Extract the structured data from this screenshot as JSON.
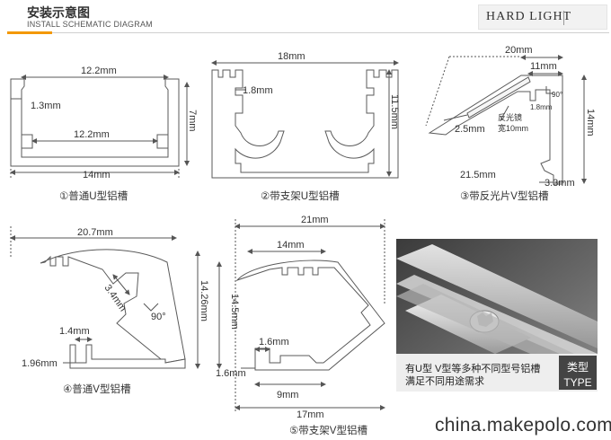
{
  "header": {
    "title": "安装示意图",
    "subtitle": "INSTALL SCHEMATIC DIAGRAM",
    "brand": "HARD LIGHT"
  },
  "diagrams": [
    {
      "caption": "①普通U型铝槽",
      "dimensions": [
        "12.2mm",
        "1.3mm",
        "7mm",
        "12.2mm",
        "14mm"
      ]
    },
    {
      "caption": "②带支架U型铝槽",
      "dimensions": [
        "18mm",
        "1.8mm",
        "11.5mm"
      ]
    },
    {
      "caption": "③带反光片V型铝槽",
      "dimensions": [
        "20mm",
        "11mm",
        "90°",
        "1.8mm",
        "反光镜",
        "宽10mm",
        "2.5mm",
        "14mm",
        "21.5mm",
        "3.3mm"
      ]
    },
    {
      "caption": "④普通V型铝槽",
      "dimensions": [
        "20.7mm",
        "3.4mm",
        "90°",
        "14.26mm",
        "1.4mm",
        "1.96mm"
      ]
    },
    {
      "caption": "⑤带支架V型铝槽",
      "dimensions": [
        "21mm",
        "14mm",
        "14.5mm",
        "1.6mm",
        "1.6mm",
        "9mm",
        "17mm"
      ]
    }
  ],
  "photo": {
    "caption_line1": "有U型 V型等多种不同型号铝槽",
    "caption_line2": "满足不同用途需求",
    "type_cn": "类型",
    "type_en": "TYPE"
  },
  "watermark": "china.makepolo.com",
  "colors": {
    "accent": "#f39800",
    "line": "#5a5a5a",
    "profile_fill": "#ffffff",
    "caption_bg": "#eeeeee",
    "type_bg": "#444444"
  }
}
